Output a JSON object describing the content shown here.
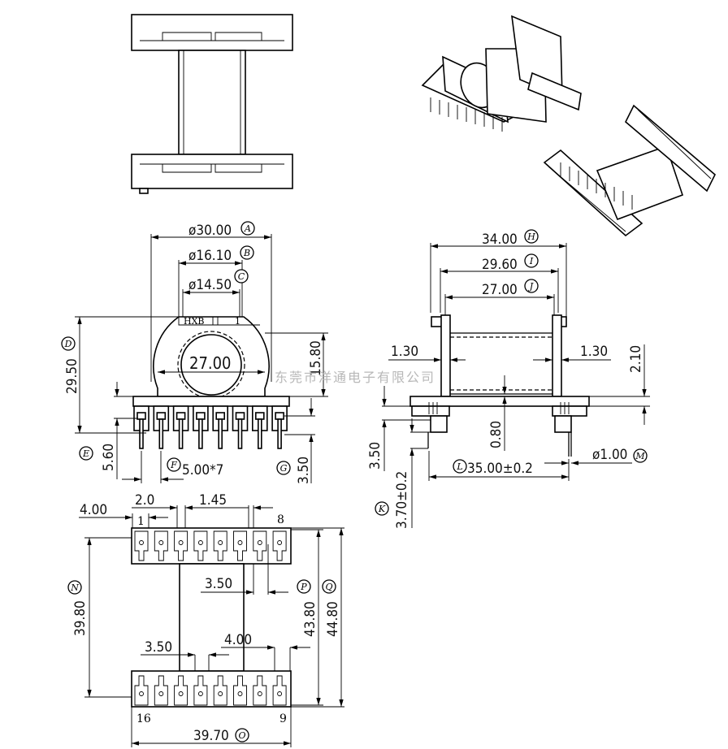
{
  "watermark": "东莞市洋通电子有限公司",
  "front_view": {
    "dim_a": "ø30.00",
    "ref_a": "A",
    "dim_b": "ø16.10",
    "ref_b": "B",
    "dim_c": "ø14.50",
    "ref_c": "C",
    "mark_left": "HXB",
    "mark_right": "1",
    "dim_width": "27.00",
    "dim_d": "29.50",
    "ref_d": "D",
    "dim_height": "15.80",
    "dim_e": "5.60",
    "ref_e": "E",
    "dim_f": "5.00*7",
    "ref_f": "F",
    "dim_g": "3.50",
    "ref_g": "G",
    "pin_count": 8
  },
  "side_view": {
    "dim_h": "34.00",
    "ref_h": "H",
    "dim_i": "29.60",
    "ref_i": "I",
    "dim_j": "27.00",
    "ref_j": "J",
    "dim_wall_left": "1.30",
    "dim_wall_right": "1.30",
    "dim_2_10": "2.10",
    "dim_0_80": "0.80",
    "dim_3_50": "3.50",
    "dim_l": "35.00±0.2",
    "ref_l": "L",
    "dim_m": "ø1.00",
    "ref_m": "M",
    "dim_k": "3.70±0.2",
    "ref_k": "K"
  },
  "bottom_view": {
    "dim_4_00_top": "4.00",
    "dim_2_0": "2.0",
    "dim_1_45": "1.45",
    "pin_1": "1",
    "pin_8": "8",
    "pin_16": "16",
    "pin_9": "9",
    "dim_n": "39.80",
    "ref_n": "N",
    "dim_3_50_top": "3.50",
    "dim_p": "43.80",
    "ref_p": "P",
    "dim_q": "44.80",
    "ref_q": "Q",
    "dim_3_50_bottom": "3.50",
    "dim_4_00_bottom": "4.00",
    "dim_o": "39.70",
    "ref_o": "O"
  }
}
